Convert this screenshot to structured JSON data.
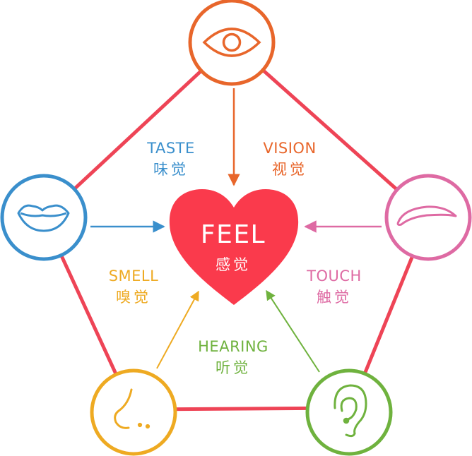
{
  "center": {
    "title": "FEEL",
    "subtitle": "感觉"
  },
  "senses": {
    "vision": {
      "en": "VISION",
      "cn": "视觉"
    },
    "taste": {
      "en": "TASTE",
      "cn": "味觉"
    },
    "touch": {
      "en": "TOUCH",
      "cn": "触觉"
    },
    "smell": {
      "en": "SMELL",
      "cn": "嗅觉"
    },
    "hearing": {
      "en": "HEARING",
      "cn": "听觉"
    }
  },
  "colors": {
    "edge": "#ee4456",
    "heart": "#fa3a4c",
    "vision": "#e8662b",
    "taste": "#3a8fcc",
    "touch": "#de6aa3",
    "smell": "#eeaa22",
    "hearing": "#6fb23e"
  },
  "icons": {
    "vision": "eye-icon",
    "taste": "lips-icon",
    "touch": "skin-icon",
    "smell": "nose-icon",
    "hearing": "ear-icon"
  }
}
